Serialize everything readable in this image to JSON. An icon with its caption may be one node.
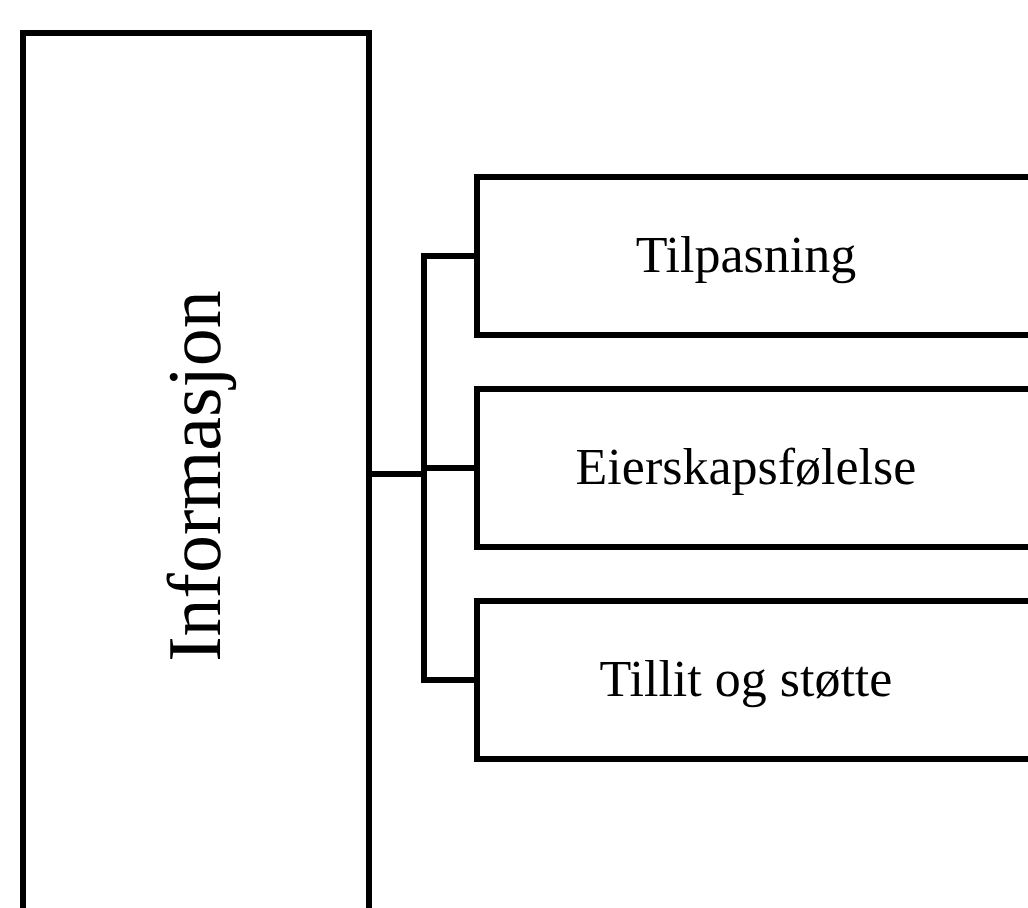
{
  "diagram": {
    "nodes": [
      {
        "text": [
          "Informasjon"
        ]
      },
      {
        "text": [
          "Tilpasning"
        ]
      },
      {
        "text": [
          "Eierskapsfølelse"
        ]
      },
      {
        "text": [
          "Tillit og støtte"
        ]
      }
    ],
    "edges": [
      {
        "from": 0,
        "to": 1,
        "arrow": "none"
      },
      {
        "from": 0,
        "to": 2,
        "arrow": "none"
      },
      {
        "from": 0,
        "to": 3,
        "arrow": "none"
      }
    ]
  }
}
